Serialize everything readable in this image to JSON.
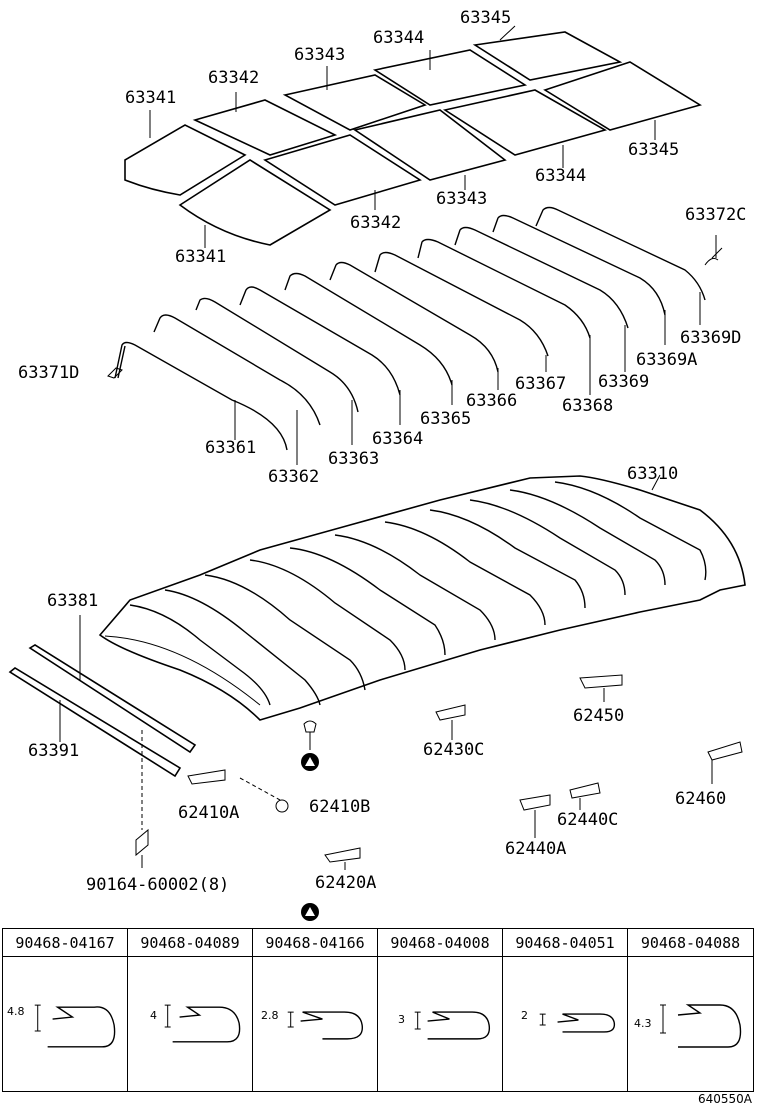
{
  "labels": {
    "l63345a": "63345",
    "l63344a": "63344",
    "l63343a": "63343",
    "l63342a": "63342",
    "l63341a": "63341",
    "l63345b": "63345",
    "l63344b": "63344",
    "l63343b": "63343",
    "l63342b": "63342",
    "l63341b": "63341",
    "l63372C": "63372C",
    "l63369D": "63369D",
    "l63369A": "63369A",
    "l63369": "63369",
    "l63368": "63368",
    "l63367": "63367",
    "l63366": "63366",
    "l63365": "63365",
    "l63364": "63364",
    "l63363": "63363",
    "l63362": "63362",
    "l63361": "63361",
    "l63371D": "63371D",
    "l63310": "63310",
    "l63381": "63381",
    "l63391": "63391",
    "l62410A": "62410A",
    "l62410B": "62410B",
    "l62430C": "62430C",
    "l62450": "62450",
    "l62460": "62460",
    "l62440C": "62440C",
    "l62440A": "62440A",
    "l62420A": "62420A",
    "l90164": "90164-60002(8)"
  },
  "clip_table": [
    {
      "part": "90468-04167",
      "dim": "4.8"
    },
    {
      "part": "90468-04089",
      "dim": "4"
    },
    {
      "part": "90468-04166",
      "dim": "2.8"
    },
    {
      "part": "90468-04008",
      "dim": "3"
    },
    {
      "part": "90468-04051",
      "dim": "2"
    },
    {
      "part": "90468-04088",
      "dim": "4.3"
    }
  ],
  "diagram_code": "640550A"
}
